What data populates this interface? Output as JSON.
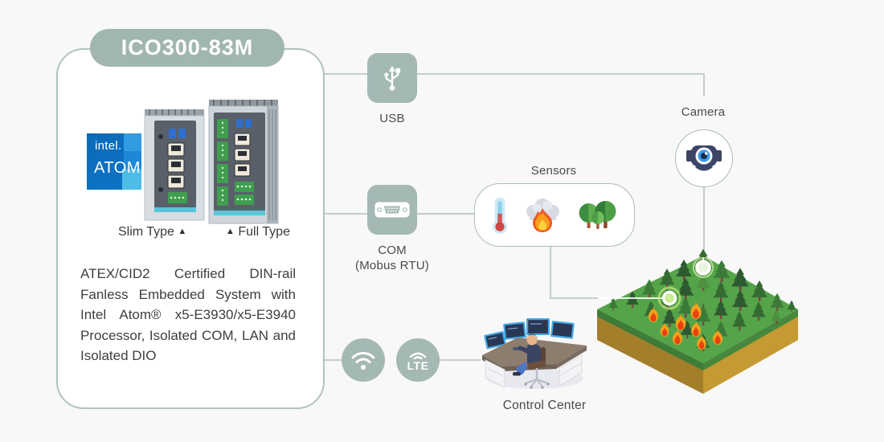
{
  "colors": {
    "background": "#f8f8f8",
    "sage_accent": "#a4b8b4",
    "connector_line": "#c2cecb",
    "card_border": "#b1c2be",
    "text_dark": "#3e3e3e"
  },
  "card": {
    "badge": "ICO300-83M",
    "intel_logo": {
      "brand": "intel.",
      "product": "ATOM",
      "tm": "™"
    },
    "slim_type": {
      "label": "Slim Type",
      "marker": "▲"
    },
    "full_type": {
      "label": "Full Type",
      "marker": "▲"
    },
    "description": "ATEX/CID2 Certified DIN-rail Fanless Embedded System with Intel Atom® x5-E3930/x5-E3940 Processor, Isolated COM, LAN and Isolated DIO"
  },
  "diagram": {
    "usb": {
      "label": "USB"
    },
    "com": {
      "label": "COM",
      "sublabel": "(Mobus RTU)"
    },
    "sensors": {
      "label": "Sensors",
      "icons": [
        "thermometer-icon",
        "fire-smoke-icon",
        "trees-icon"
      ]
    },
    "camera": {
      "label": "Camera"
    },
    "wifi": {
      "icon": "wifi-icon"
    },
    "lte": {
      "label": "LTE"
    },
    "control_center": {
      "label": "Control Center"
    },
    "forest": {
      "markers": 2,
      "fire_count": 8
    }
  }
}
